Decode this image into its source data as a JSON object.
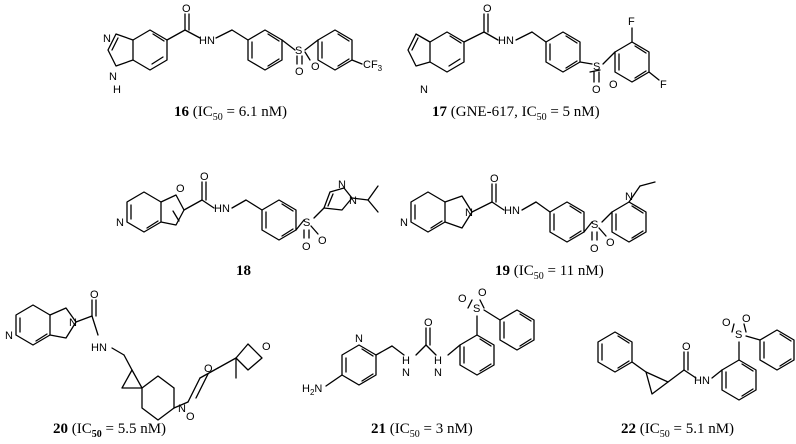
{
  "compounds": [
    {
      "id": "16",
      "label": "16",
      "ic_prefix": "(IC",
      "ic_sub": "50",
      "ic_value": " = 6.1 nM)"
    },
    {
      "id": "17",
      "label": "17",
      "ic_prefix": "(GNE-617, IC",
      "ic_sub": "50",
      "ic_value": " = 5 nM)"
    },
    {
      "id": "18",
      "label": "18"
    },
    {
      "id": "19",
      "label": "19",
      "ic_prefix": "(IC",
      "ic_sub": "50",
      "ic_value": " = 11 nM)"
    },
    {
      "id": "20",
      "label": "20",
      "ic_prefix": "(IC",
      "ic_sub": "50",
      "ic_value": " = 5.5 nM)"
    },
    {
      "id": "21",
      "label": "21",
      "ic_prefix": "(IC",
      "ic_sub": "50",
      "ic_value": " = 3 nM)"
    },
    {
      "id": "22",
      "label": "22",
      "ic_prefix": "(IC",
      "ic_sub": "50",
      "ic_value": " = 5.1 nM)"
    }
  ],
  "atoms": {
    "o": "O",
    "n": "N",
    "nh": "NH",
    "hn": "HN",
    "h": "H",
    "s": "S",
    "f": "F",
    "cf3_main": "CF",
    "cf3_sub": "3",
    "h2n_main": "H",
    "h2n_sub": "2",
    "h2n_n": "N"
  }
}
